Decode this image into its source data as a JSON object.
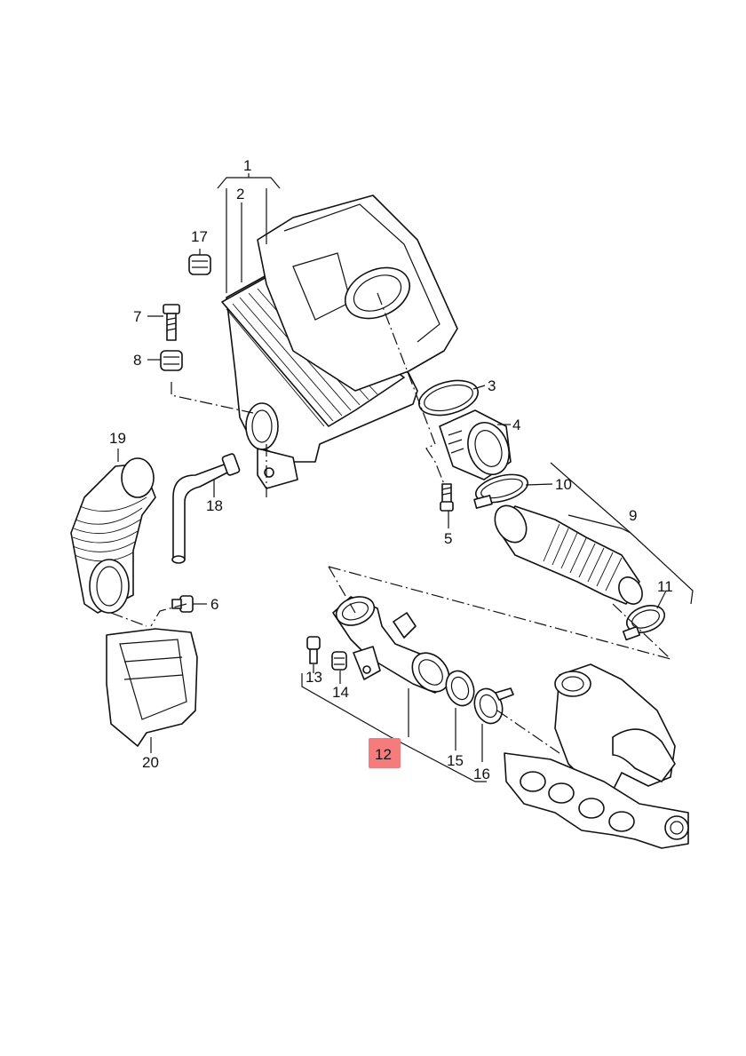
{
  "callouts": [
    "1",
    "2",
    "3",
    "4",
    "5",
    "6",
    "7",
    "8",
    "9",
    "10",
    "11",
    "12",
    "13",
    "14",
    "15",
    "16",
    "17",
    "18",
    "19",
    "20"
  ],
  "highlighted": "12",
  "colors": {
    "highlight": "#f47c7c",
    "line": "#111111",
    "background": "#ffffff"
  }
}
